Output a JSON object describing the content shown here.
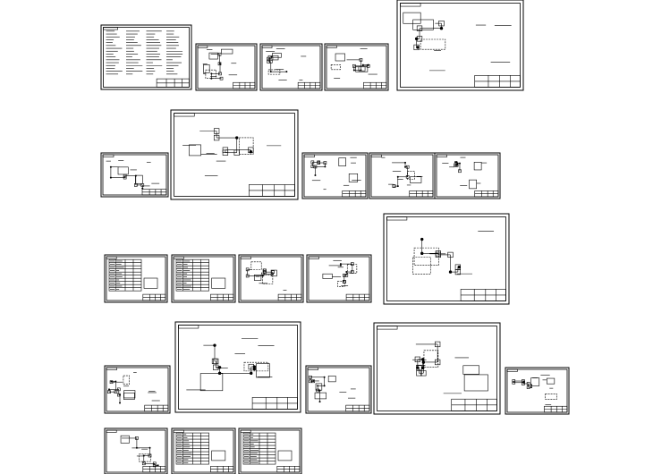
{
  "drawing_set": {
    "background": "#ffffff",
    "ink_color": "#000000",
    "sheets": [
      {
        "id": "s01",
        "kind": "text-list"
      },
      {
        "id": "s02",
        "kind": "schematic"
      },
      {
        "id": "s03",
        "kind": "schematic"
      },
      {
        "id": "s04",
        "kind": "schematic"
      },
      {
        "id": "s05",
        "kind": "schematic"
      },
      {
        "id": "s06",
        "kind": "schematic"
      },
      {
        "id": "s07",
        "kind": "schematic"
      },
      {
        "id": "s08",
        "kind": "schematic"
      },
      {
        "id": "s09",
        "kind": "schematic"
      },
      {
        "id": "s10",
        "kind": "schematic"
      },
      {
        "id": "s11",
        "kind": "table"
      },
      {
        "id": "s12",
        "kind": "table"
      },
      {
        "id": "s13",
        "kind": "schematic"
      },
      {
        "id": "s14",
        "kind": "schematic"
      },
      {
        "id": "s15",
        "kind": "schematic"
      },
      {
        "id": "s16",
        "kind": "schematic"
      },
      {
        "id": "s17",
        "kind": "schematic"
      },
      {
        "id": "s18",
        "kind": "schematic"
      },
      {
        "id": "s19",
        "kind": "schematic"
      },
      {
        "id": "s20",
        "kind": "schematic"
      },
      {
        "id": "s21",
        "kind": "schematic"
      },
      {
        "id": "s22",
        "kind": "table"
      },
      {
        "id": "s23",
        "kind": "table"
      },
      {
        "id": "s24",
        "kind": "schematic"
      }
    ]
  }
}
